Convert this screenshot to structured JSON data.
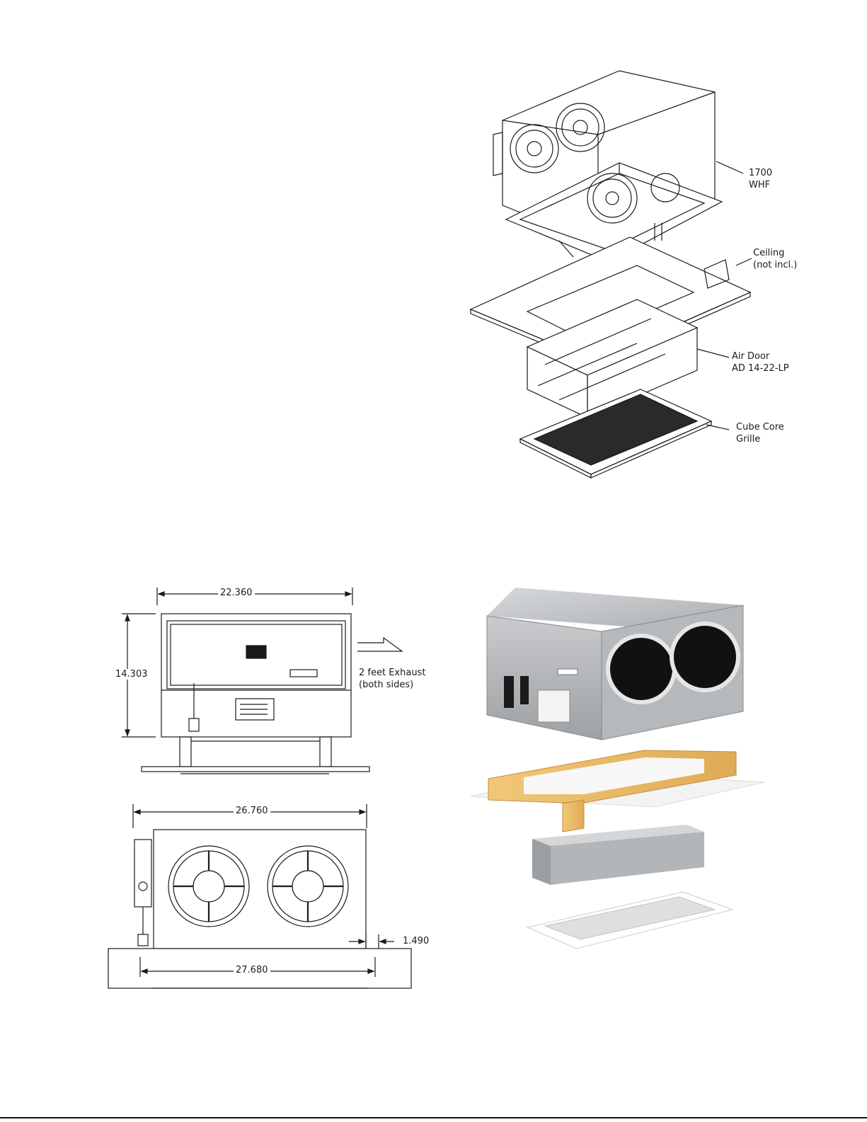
{
  "exploded_view": {
    "callouts": [
      {
        "line1": "1700",
        "line2": "WHF"
      },
      {
        "line1": "Ceiling",
        "line2": "(not incl.)"
      },
      {
        "line1": "Air Door",
        "line2": "AD 14-22-LP"
      },
      {
        "line1": "Cube Core",
        "line2": "Grille"
      }
    ]
  },
  "side_view": {
    "width_dim": "22.360",
    "height_dim": "14.303",
    "exhaust_line1": "2 feet Exhaust",
    "exhaust_line2": "(both sides)"
  },
  "front_view": {
    "width_dim": "26.760",
    "base_dim": "27.680",
    "flange_dim": "1.490"
  },
  "colors": {
    "line": "#1a1a1a",
    "steel": "#b9bcbf",
    "wood": "#e8b968",
    "ceiling": "#f3f3f3"
  }
}
